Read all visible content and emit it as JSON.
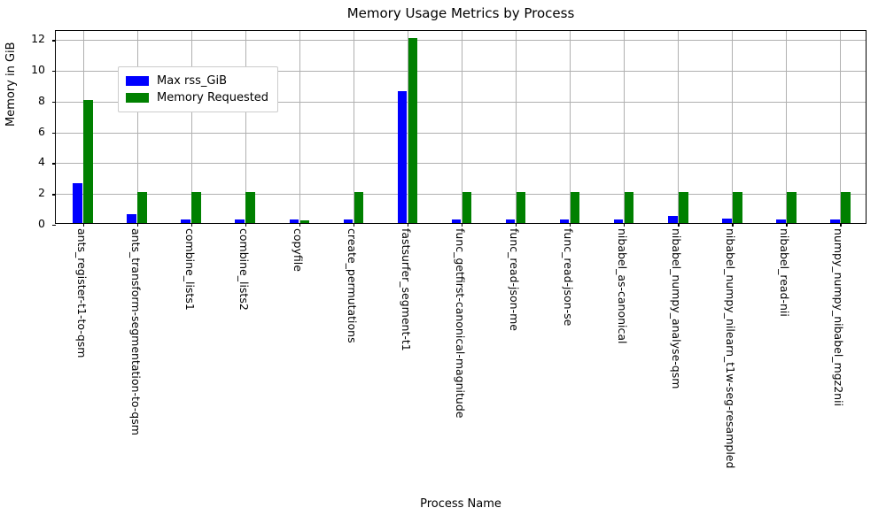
{
  "chart_data": {
    "type": "bar",
    "title": "Memory Usage Metrics by Process",
    "xlabel": "Process Name",
    "ylabel": "Memory in GiB",
    "ylim": [
      0,
      12.6
    ],
    "yticks": [
      0,
      2,
      4,
      6,
      8,
      10,
      12
    ],
    "ytick_labels": [
      "0",
      "2",
      "4",
      "6",
      "8",
      "10",
      "12"
    ],
    "grid": true,
    "legend_position": "upper left",
    "categories": [
      "ants_register-t1-to-qsm",
      "ants_transform-segmentation-to-qsm",
      "combine_lists1",
      "combine_lists2",
      "copyfile",
      "create_permutations",
      "fastsurfer_segment-t1",
      "func_getfirst-canonical-magnitude",
      "func_read-json-me",
      "func_read-json-se",
      "nibabel_as-canonical",
      "nibabel_numpy_analyse-qsm",
      "nibabel_numpy_nilearn_t1w-seg-resampled",
      "nibabel_read-nii",
      "numpy_numpy_nibabel_mgz2nii"
    ],
    "series": [
      {
        "name": "Max rss_GiB",
        "color": "#0000ff",
        "values": [
          2.6,
          0.55,
          0.25,
          0.25,
          0.25,
          0.25,
          8.55,
          0.25,
          0.25,
          0.25,
          0.25,
          0.45,
          0.3,
          0.25,
          0.25
        ]
      },
      {
        "name": "Memory Requested",
        "color": "#008000",
        "values": [
          8.0,
          2.0,
          2.0,
          2.0,
          0.2,
          2.0,
          12.0,
          2.0,
          2.0,
          2.0,
          2.0,
          2.0,
          2.0,
          2.0,
          2.0
        ]
      }
    ]
  },
  "legend": {
    "items": [
      {
        "label": "Max rss_GiB",
        "color": "#0000ff"
      },
      {
        "label": "Memory Requested",
        "color": "#008000"
      }
    ]
  }
}
